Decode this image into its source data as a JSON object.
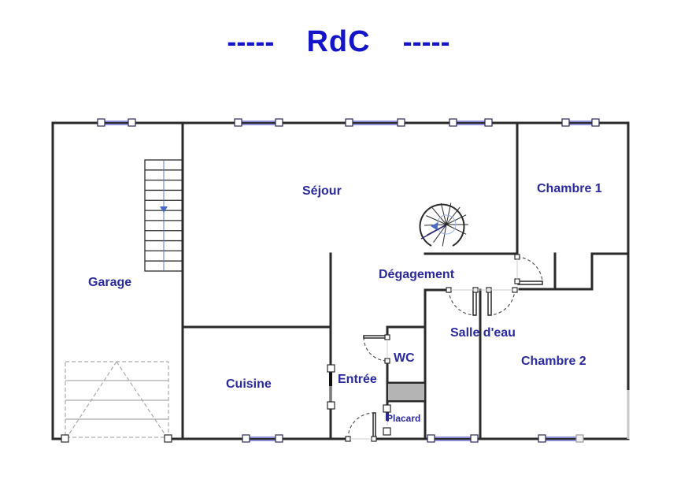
{
  "plan": {
    "title_left_dashes": "-----",
    "title": "RdC",
    "title_right_dashes": "-----",
    "title_color": "#1414c8",
    "label_color": "#2a2aa0",
    "wall_color": "#2a2a2a",
    "window_color": "#8e8ed8"
  },
  "rooms": {
    "sejour": "Séjour",
    "chambre1": "Chambre 1",
    "garage": "Garage",
    "degagement": "Dégagement",
    "salle_deau": "Salle d'eau",
    "wc": "WC",
    "chambre2": "Chambre 2",
    "cuisine": "Cuisine",
    "entree": "Entrée",
    "placard": "Placard"
  }
}
